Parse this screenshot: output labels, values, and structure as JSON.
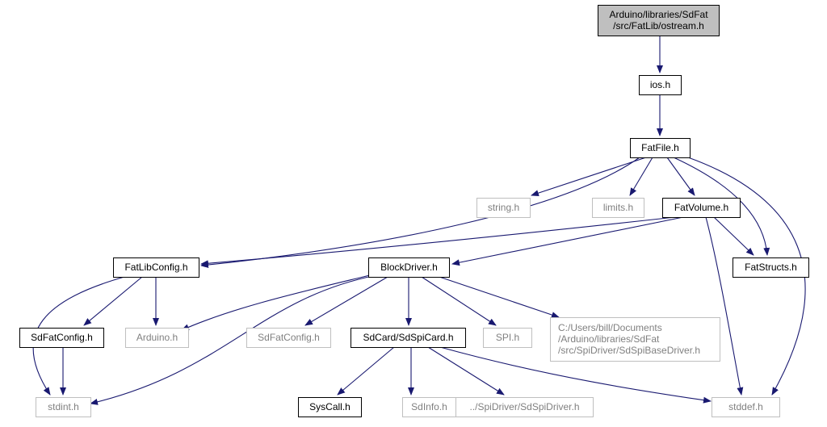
{
  "colors": {
    "edge": "#191970",
    "root_fill": "#bfbfbf",
    "local_border": "#000000",
    "local_text": "#000000",
    "external_border": "#bfbfbf",
    "external_text": "#808080"
  },
  "nodes": [
    {
      "id": "ostream",
      "lines": [
        "Arduino/libraries/SdFat",
        "/src/FatLib/ostream.h"
      ],
      "kind": "root"
    },
    {
      "id": "ios",
      "lines": [
        "ios.h"
      ],
      "kind": "local"
    },
    {
      "id": "fatfile",
      "lines": [
        "FatFile.h"
      ],
      "kind": "local"
    },
    {
      "id": "string",
      "lines": [
        "string.h"
      ],
      "kind": "external"
    },
    {
      "id": "limits",
      "lines": [
        "limits.h"
      ],
      "kind": "external"
    },
    {
      "id": "fatvolume",
      "lines": [
        "FatVolume.h"
      ],
      "kind": "local"
    },
    {
      "id": "fatlibconfig",
      "lines": [
        "FatLibConfig.h"
      ],
      "kind": "local"
    },
    {
      "id": "blockdriver",
      "lines": [
        "BlockDriver.h"
      ],
      "kind": "local"
    },
    {
      "id": "fatstructs",
      "lines": [
        "FatStructs.h"
      ],
      "kind": "local"
    },
    {
      "id": "sdfatconfig1",
      "lines": [
        "SdFatConfig.h"
      ],
      "kind": "local"
    },
    {
      "id": "arduino",
      "lines": [
        "Arduino.h"
      ],
      "kind": "external"
    },
    {
      "id": "sdfatconfig2",
      "lines": [
        "SdFatConfig.h"
      ],
      "kind": "external"
    },
    {
      "id": "sdspicard",
      "lines": [
        "SdCard/SdSpiCard.h"
      ],
      "kind": "local"
    },
    {
      "id": "spi",
      "lines": [
        "SPI.h"
      ],
      "kind": "external"
    },
    {
      "id": "sdspibase",
      "lines": [
        "C:/Users/bill/Documents",
        "/Arduino/libraries/SdFat",
        "/src/SpiDriver/SdSpiBaseDriver.h"
      ],
      "kind": "external"
    },
    {
      "id": "stdint",
      "lines": [
        "stdint.h"
      ],
      "kind": "external"
    },
    {
      "id": "syscall",
      "lines": [
        "SysCall.h"
      ],
      "kind": "local"
    },
    {
      "id": "sdinfo",
      "lines": [
        "SdInfo.h"
      ],
      "kind": "external"
    },
    {
      "id": "sdspidriver",
      "lines": [
        "../SpiDriver/SdSpiDriver.h"
      ],
      "kind": "external"
    },
    {
      "id": "stddef",
      "lines": [
        "stddef.h"
      ],
      "kind": "external"
    }
  ],
  "edges": [
    {
      "from": "ostream",
      "to": "ios"
    },
    {
      "from": "ios",
      "to": "fatfile"
    },
    {
      "from": "fatfile",
      "to": "string"
    },
    {
      "from": "fatfile",
      "to": "limits"
    },
    {
      "from": "fatfile",
      "to": "fatvolume"
    },
    {
      "from": "fatfile",
      "to": "fatlibconfig"
    },
    {
      "from": "fatfile",
      "to": "fatstructs"
    },
    {
      "from": "fatfile",
      "to": "stddef"
    },
    {
      "from": "fatvolume",
      "to": "fatlibconfig"
    },
    {
      "from": "fatvolume",
      "to": "blockdriver"
    },
    {
      "from": "fatvolume",
      "to": "fatstructs"
    },
    {
      "from": "fatvolume",
      "to": "stddef"
    },
    {
      "from": "fatlibconfig",
      "to": "sdfatconfig1"
    },
    {
      "from": "fatlibconfig",
      "to": "arduino"
    },
    {
      "from": "fatlibconfig",
      "to": "stdint"
    },
    {
      "from": "sdfatconfig1",
      "to": "stdint"
    },
    {
      "from": "blockdriver",
      "to": "arduino"
    },
    {
      "from": "blockdriver",
      "to": "sdfatconfig2"
    },
    {
      "from": "blockdriver",
      "to": "sdspicard"
    },
    {
      "from": "blockdriver",
      "to": "spi"
    },
    {
      "from": "blockdriver",
      "to": "sdspibase"
    },
    {
      "from": "blockdriver",
      "to": "stdint"
    },
    {
      "from": "sdspicard",
      "to": "syscall"
    },
    {
      "from": "sdspicard",
      "to": "sdinfo"
    },
    {
      "from": "sdspicard",
      "to": "sdspidriver"
    },
    {
      "from": "sdspicard",
      "to": "stddef"
    }
  ]
}
